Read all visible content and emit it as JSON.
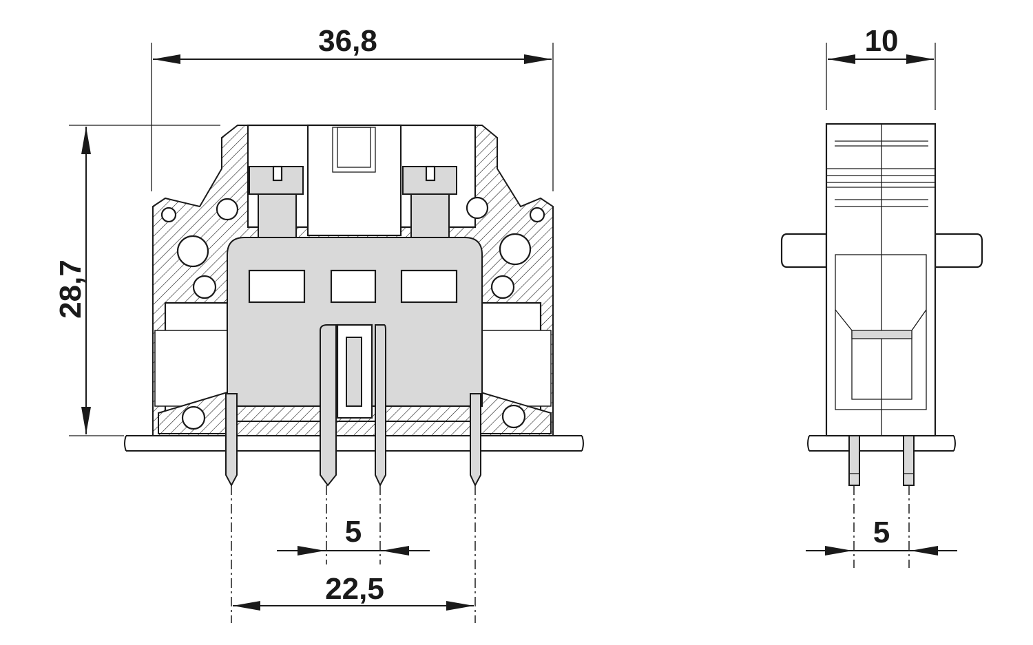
{
  "drawing": {
    "front_view": {
      "dim_width": "36,8",
      "dim_height": "28,7",
      "dim_pitch": "5",
      "dim_pin_span": "22,5"
    },
    "side_view": {
      "dim_width": "10",
      "dim_pitch": "5"
    }
  }
}
